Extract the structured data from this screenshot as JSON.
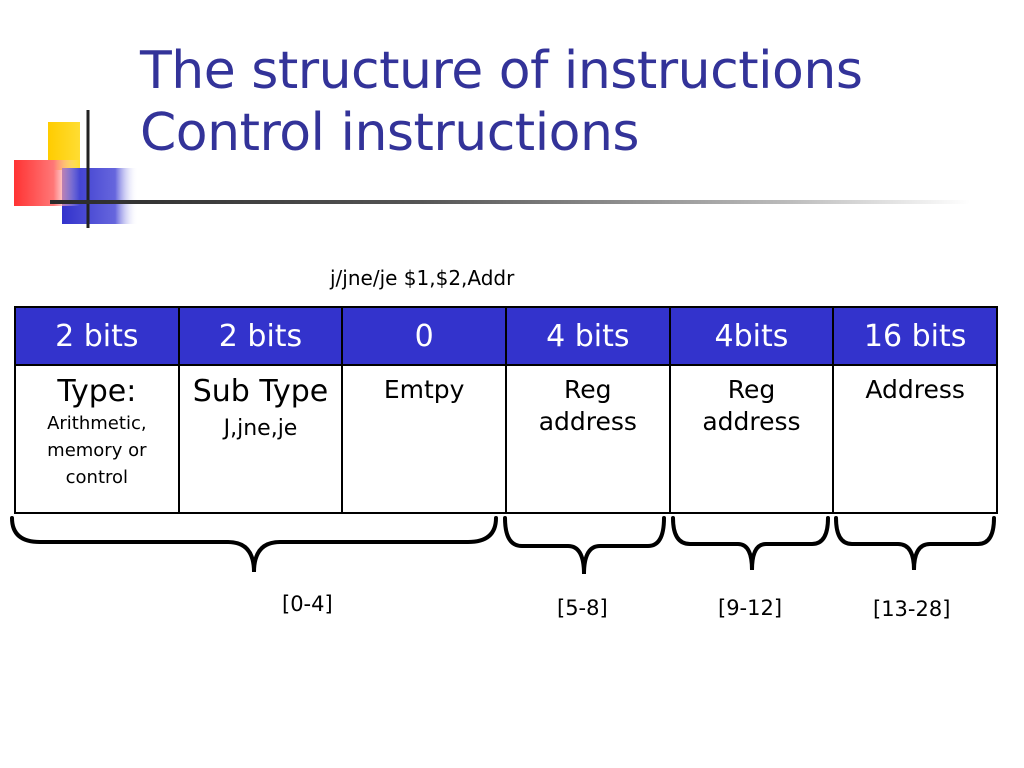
{
  "title": {
    "line1": "The structure of instructions",
    "line2": "Control instructions"
  },
  "instruction": "j/jne/je $1,$2,Addr",
  "table": {
    "headers": [
      "2 bits",
      "2 bits",
      "0",
      "4 bits",
      "4bits",
      "16 bits"
    ],
    "cells": {
      "type_label": "Type:",
      "type_detail": "Arithmetic, memory or control",
      "subtype_label": "Sub Type",
      "subtype_detail": "J,jne,je",
      "empty": "Emtpy",
      "reg1": "Reg address",
      "reg2": "Reg address",
      "address": "Address"
    }
  },
  "ranges": [
    "[0-4]",
    "[5-8]",
    "[9-12]",
    "[13-28]"
  ],
  "colors": {
    "title": "#333399",
    "header_bg": "#3333cc",
    "logo_yellow": "#ffcc00",
    "logo_red": "#ff3333",
    "logo_blue": "#3333cc"
  }
}
